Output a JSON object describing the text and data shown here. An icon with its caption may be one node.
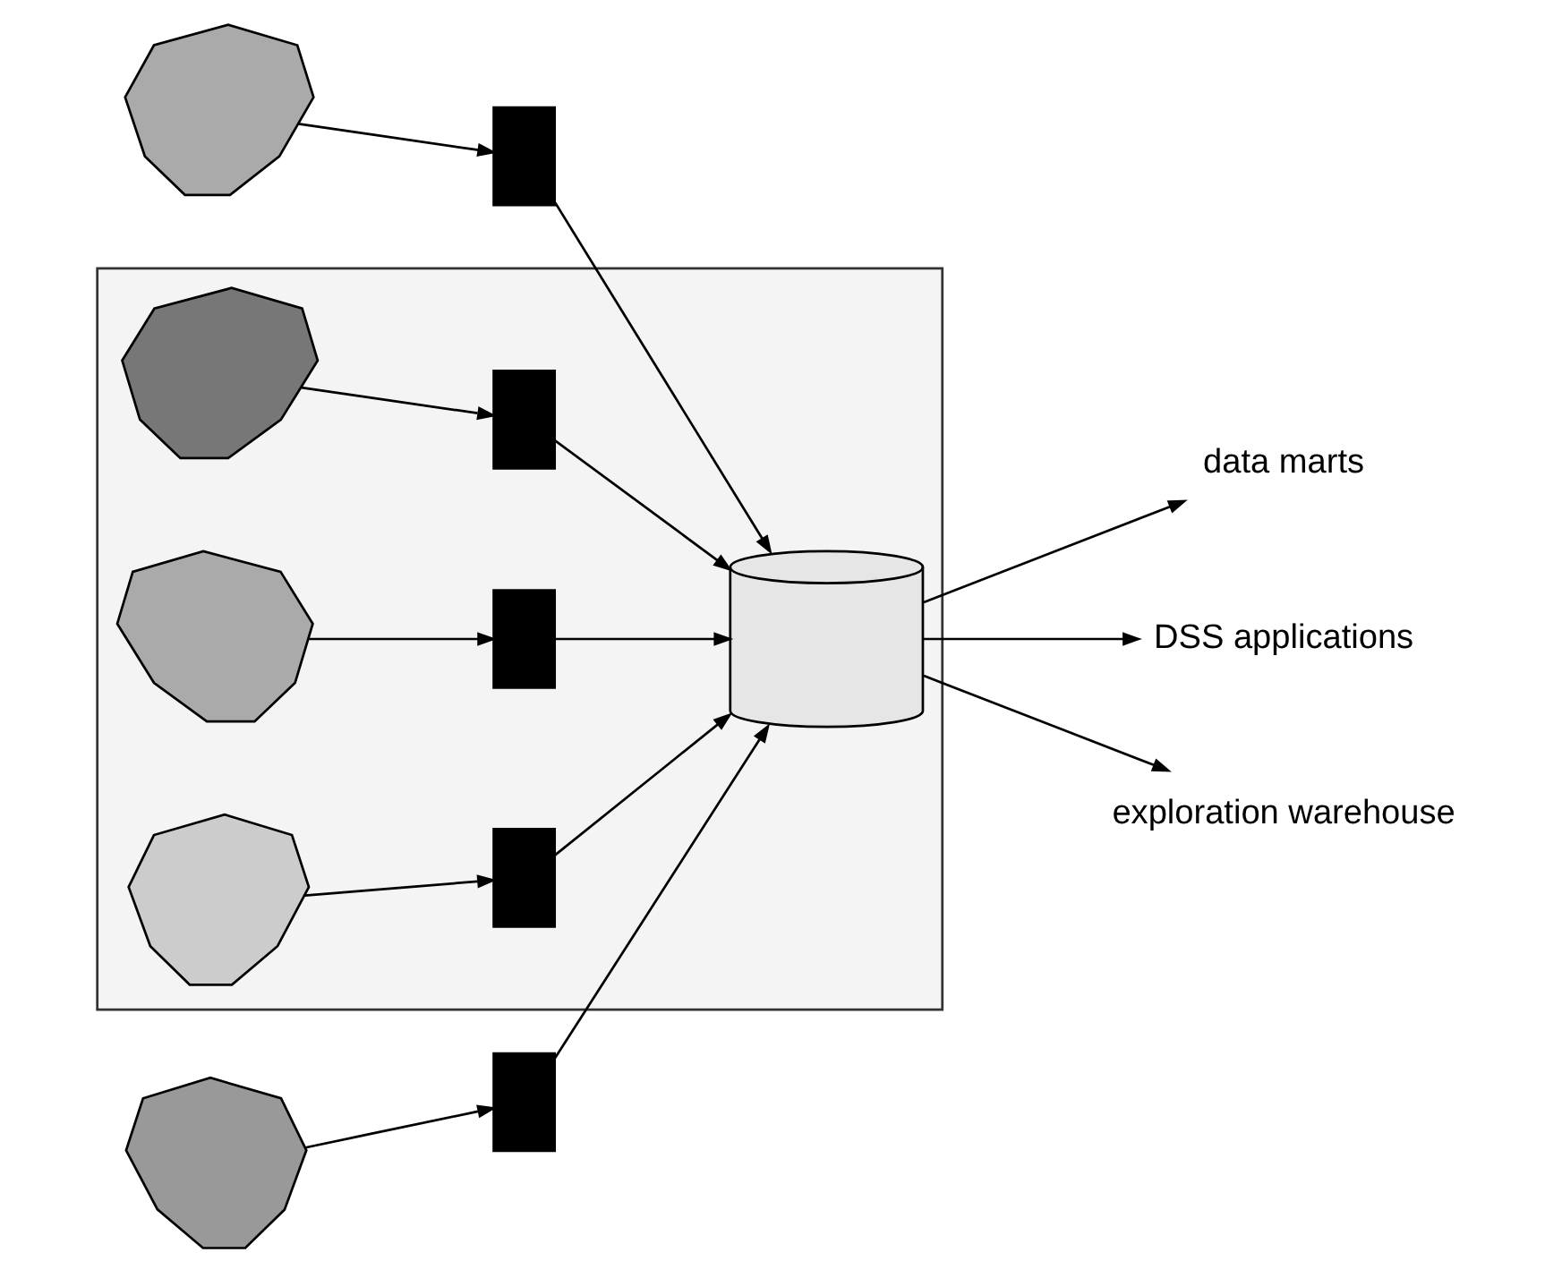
{
  "diagram": {
    "nodes": [
      {
        "text": [],
        "shape": "blob"
      },
      {
        "text": [],
        "shape": "box"
      },
      {
        "text": [],
        "shape": "blob"
      },
      {
        "text": [],
        "shape": "box"
      },
      {
        "text": [],
        "shape": "box"
      },
      {
        "text": [],
        "shape": "blob",
        "in": 4
      },
      {
        "text": [],
        "shape": "box",
        "in": 4
      },
      {
        "text": [],
        "shape": "blob",
        "in": 4
      },
      {
        "text": [],
        "shape": "box",
        "in": 4
      },
      {
        "text": [],
        "shape": "blob",
        "in": 4
      },
      {
        "text": [],
        "shape": "box",
        "in": 4
      },
      {
        "text": [],
        "shape": "cylinder",
        "in": 4
      },
      {
        "text": [
          "data marts"
        ]
      },
      {
        "text": [
          "DSS applications"
        ]
      },
      {
        "text": [
          "exploration warehouse"
        ]
      }
    ],
    "edges": [
      {
        "from": 0,
        "to": 1,
        "arrow": "to"
      },
      {
        "from": 2,
        "to": 3,
        "arrow": "to"
      },
      {
        "from": 1,
        "to": 11,
        "arrow": "to"
      },
      {
        "from": 3,
        "to": 11,
        "arrow": "to"
      },
      {
        "from": 5,
        "to": 6,
        "arrow": "to"
      },
      {
        "from": 7,
        "to": 8,
        "arrow": "to"
      },
      {
        "from": 9,
        "to": 10,
        "arrow": "to"
      },
      {
        "from": 6,
        "to": 11,
        "arrow": "to"
      },
      {
        "from": 8,
        "to": 11,
        "arrow": "to"
      },
      {
        "from": 10,
        "to": 11,
        "arrow": "to"
      },
      {
        "from": 11,
        "to": 12,
        "arrow": "to"
      },
      {
        "from": 11,
        "to": 13,
        "arrow": "to"
      },
      {
        "from": 11,
        "to": 14,
        "arrow": "to"
      }
    ]
  }
}
